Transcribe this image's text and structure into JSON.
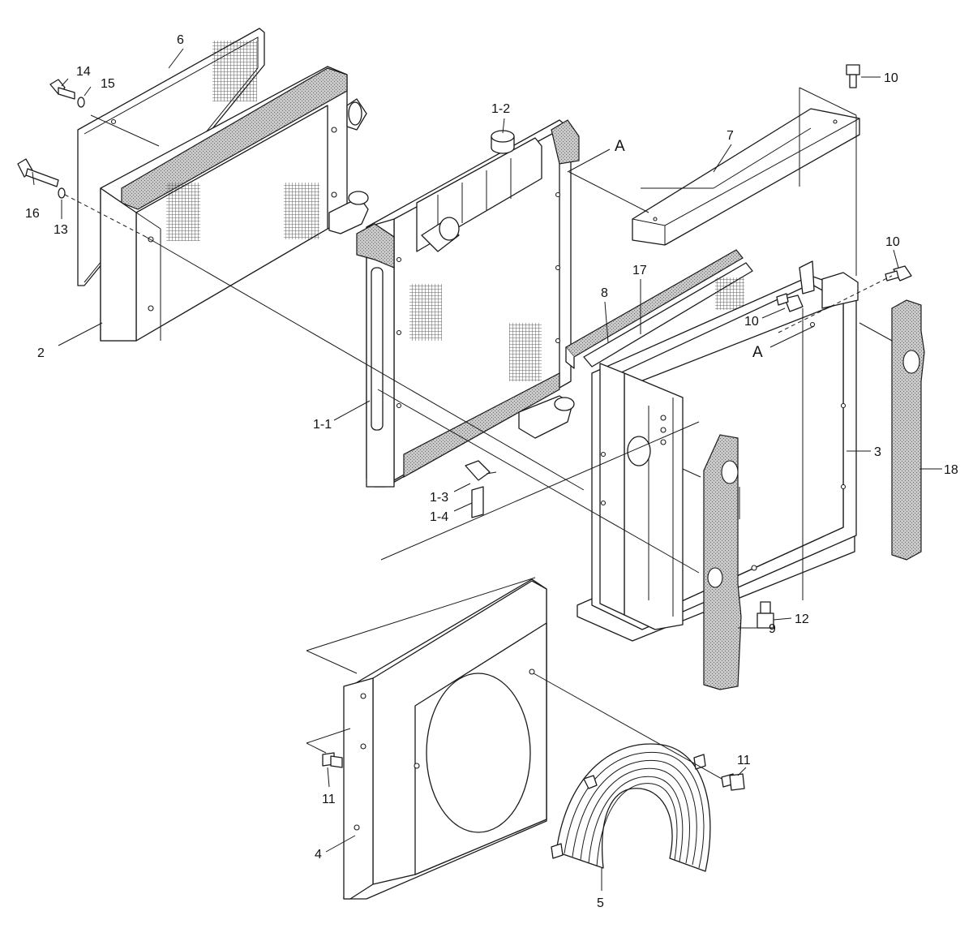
{
  "diagram": {
    "callouts": {
      "c_6": "6",
      "c_14": "14",
      "c_15": "15",
      "c_16": "16",
      "c_13": "13",
      "c_2": "2",
      "c_1_2": "1-2",
      "c_a_top": "A",
      "c_1_1": "1-1",
      "c_1_3": "1-3",
      "c_1_4": "1-4",
      "c_10_top": "10",
      "c_7": "7",
      "c_10_right": "10",
      "c_8": "8",
      "c_17": "17",
      "c_10_mid": "10",
      "c_a_mid": "A",
      "c_3": "3",
      "c_18": "18",
      "c_12": "12",
      "c_9": "9",
      "c_11_left": "11",
      "c_11_right": "11",
      "c_4": "4",
      "c_5": "5"
    }
  }
}
